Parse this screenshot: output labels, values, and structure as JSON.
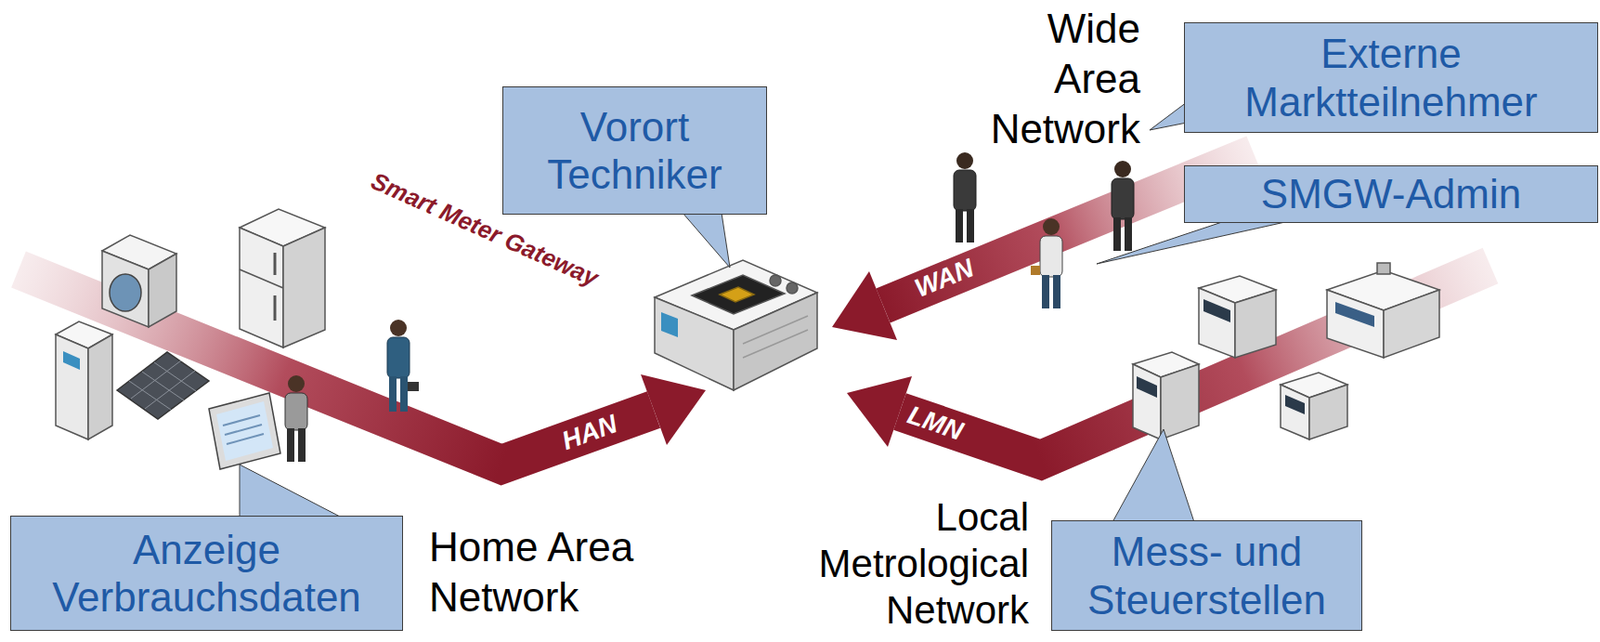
{
  "diagram": {
    "nodes": [
      {
        "text": [
          "Vorort Techniker"
        ]
      },
      {
        "text": [
          "Externe Marktteilnehmer"
        ]
      },
      {
        "text": [
          "SMGW-Admin"
        ]
      },
      {
        "text": [
          "Anzeige Verbrauchsdaten"
        ]
      },
      {
        "text": [
          "Mess- und Steuerstellen"
        ]
      }
    ],
    "labels": [
      "Smart Meter Gateway",
      "Wide Area Network",
      "WAN",
      "HAN",
      "LMN",
      "Home Area Network",
      "Local Metrological Network"
    ]
  }
}
